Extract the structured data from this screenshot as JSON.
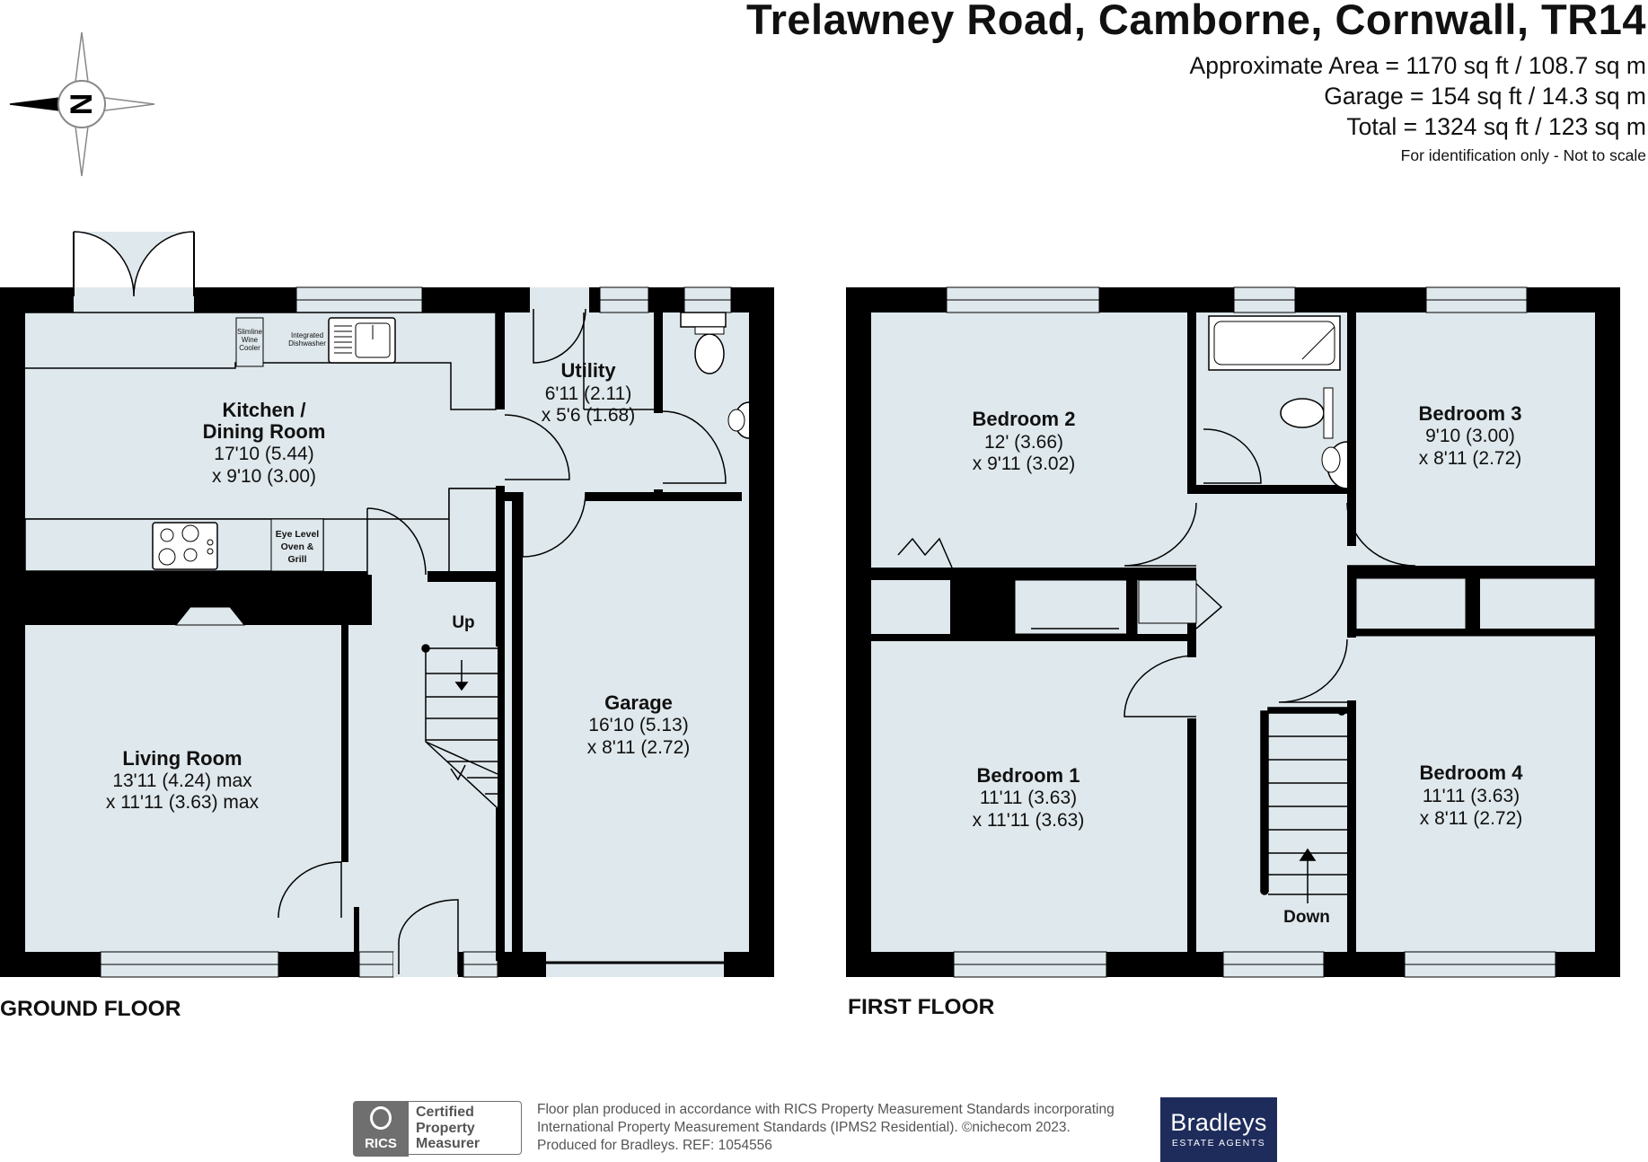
{
  "header": {
    "title": "Trelawney Road, Camborne, Cornwall, TR14",
    "approx_area": "Approximate Area = 1170 sq ft / 108.7 sq m",
    "garage_area": "Garage = 154 sq ft / 14.3 sq m",
    "total_area": "Total = 1324 sq ft / 123 sq m",
    "note": "For identification only - Not to scale"
  },
  "compass": {
    "letter": "N",
    "icon": "north-compass-icon"
  },
  "ground_floor": {
    "label": "GROUND FLOOR",
    "kitchen": {
      "name_line1": "Kitchen /",
      "name_line2": "Dining Room",
      "dim1": "17'10 (5.44)",
      "dim2": "x 9'10 (3.00)"
    },
    "utility": {
      "name": "Utility",
      "dim1": "6'11 (2.11)",
      "dim2": "x 5'6 (1.68)"
    },
    "living": {
      "name": "Living Room",
      "dim1": "13'11 (4.24) max",
      "dim2": "x 11'11 (3.63) max"
    },
    "garage": {
      "name": "Garage",
      "dim1": "16'10 (5.13)",
      "dim2": "x 8'11 (2.72)"
    },
    "stairs_label": "Up",
    "fixtures": {
      "wine_cooler": [
        "Slimline",
        "Wine",
        "Cooler"
      ],
      "dishwasher": [
        "Integrated",
        "Dishwasher"
      ],
      "oven": [
        "Eye Level",
        "Oven &",
        "Grill"
      ]
    }
  },
  "first_floor": {
    "label": "FIRST FLOOR",
    "bedroom2": {
      "name": "Bedroom 2",
      "dim1": "12' (3.66)",
      "dim2": "x 9'11 (3.02)"
    },
    "bedroom3": {
      "name": "Bedroom 3",
      "dim1": "9'10 (3.00)",
      "dim2": "x 8'11 (2.72)"
    },
    "bedroom1": {
      "name": "Bedroom 1",
      "dim1": "11'11 (3.63)",
      "dim2": "x 11'11 (3.63)"
    },
    "bedroom4": {
      "name": "Bedroom 4",
      "dim1": "11'11 (3.63)",
      "dim2": "x 8'11 (2.72)"
    },
    "stairs_label": "Down"
  },
  "footer": {
    "badge_left": "RICS",
    "badge_right": [
      "Certified",
      "Property",
      "Measurer"
    ],
    "line1": "Floor plan produced in accordance with RICS Property Measurement Standards incorporating",
    "line2": "International Property Measurement Standards (IPMS2 Residential).  ©nichecom 2023.",
    "line3": "Produced for Bradleys.   REF:  1054556",
    "logo_line1": "Bradleys",
    "logo_line2": "ESTATE AGENTS"
  },
  "colors": {
    "room_fill": "#dfe8ec",
    "wall": "#000000",
    "window_fill": "#dfe8ec",
    "logo_bg": "#1e2c5c"
  }
}
